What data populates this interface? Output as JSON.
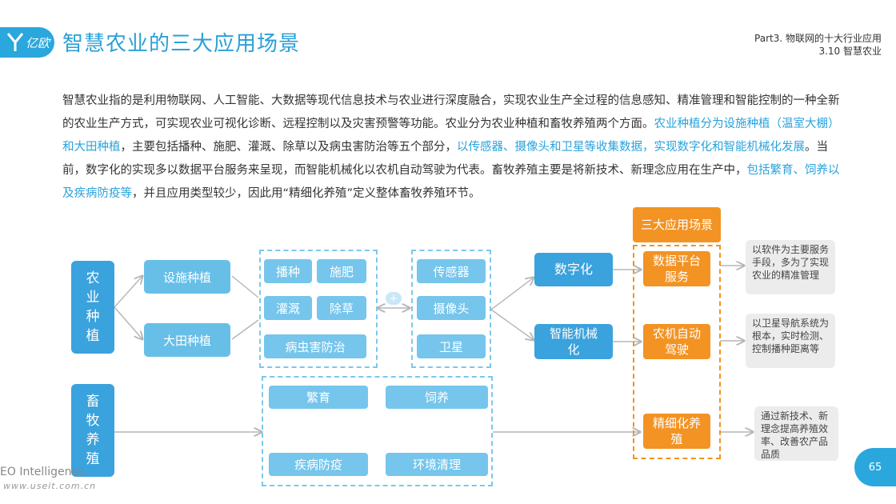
{
  "header": {
    "logo_text": "亿欧",
    "title": "智慧农业的三大应用场景",
    "part_line1": "Part3. 物联网的十大行业应用",
    "part_line2": "3.10 智慧农业"
  },
  "paragraph": {
    "s1": "智慧农业指的是利用物联网、人工智能、大数据等现代信息技术与农业进行深度融合，实现农业生产全过程的信息感知、精准管理和智能控制的一种全新的农业生产方式，可实现农业可视化诊断、远程控制以及灾害预警等功能。农业分为农业种植和畜牧养殖两个方面。",
    "s2_hl": "农业种植分为设施种植（温室大棚）和大田种植",
    "s3": "，主要包括播种、施肥、灌溉、除草以及病虫害防治等五个部分，",
    "s4_hl": "以传感器、摄像头和卫星等收集数据，实现数字化和智能机械化发展",
    "s5": "。当前，数字化的实现多以数据平台服务来呈现，而智能机械化以农机自动驾驶为代表。畜牧养殖主要是将新技术、新理念应用在生产中，",
    "s6_hl": "包括繁育、饲养以及疾病防疫等",
    "s7": "，并且应用类型较少，因此用“精细化养殖”定义整体畜牧养殖环节。"
  },
  "diagram": {
    "agri": "农业种植",
    "livestock": "畜牧养殖",
    "facility": "设施种植",
    "field": "大田种植",
    "tasks": [
      "播种",
      "施肥",
      "灌溉",
      "除草",
      "病虫害防治"
    ],
    "plus": "+",
    "sensors": [
      "传感器",
      "摄像头",
      "卫星"
    ],
    "digital": "数字化",
    "machinery": "智能机械化",
    "scenes_title": "三大应用场景",
    "scenes": [
      "数据平台服务",
      "农机自动驾驶",
      "精细化养殖"
    ],
    "livestock_tasks": [
      "繁育",
      "饲养",
      "疾病防疫",
      "环境清理"
    ],
    "notes": [
      "以软件为主要服务手段，多为了实现农业的精准管理",
      "以卫星导航系统为根本，实时检测、控制播种距离等",
      "通过新技术、新理念提高养殖效率、改善农产品品质"
    ]
  },
  "footer": {
    "brand": "EO Intelligence",
    "url": "www.useit.com.cn",
    "page": "65"
  },
  "colors": {
    "brand_blue": "#2aa7dd",
    "node_blue": "#3aa2dc",
    "orange": "#f39323"
  }
}
